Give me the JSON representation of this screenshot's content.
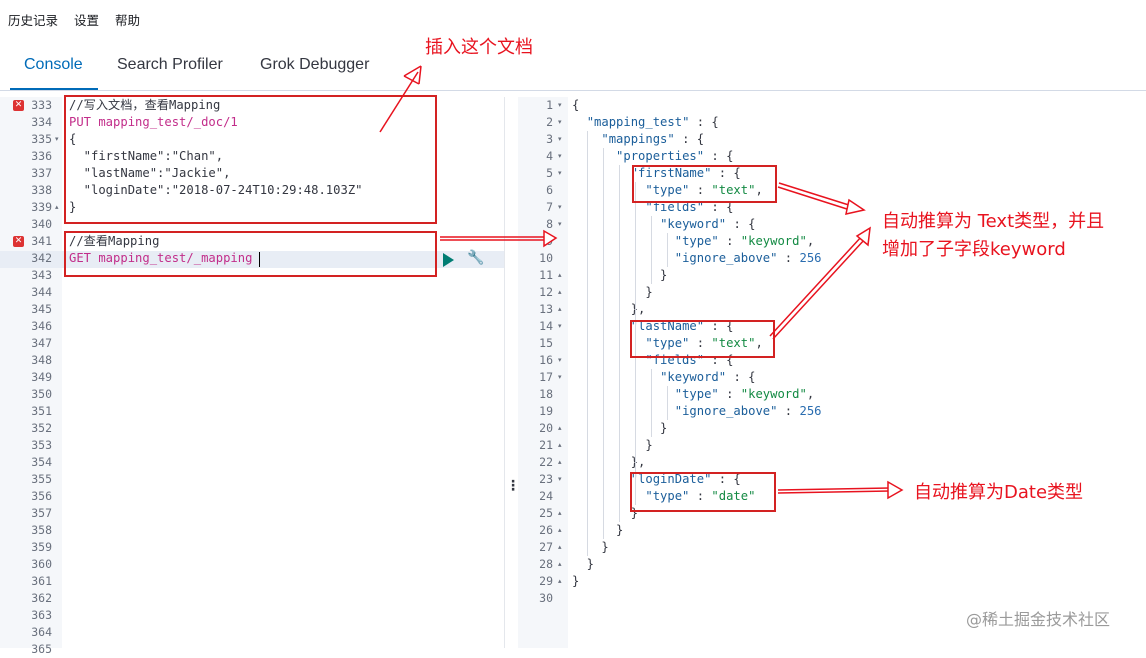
{
  "top_menu": [
    "历史记录",
    "设置",
    "帮助"
  ],
  "tabs": [
    "Console",
    "Search Profiler",
    "Grok Debugger"
  ],
  "active_tab": "Console",
  "request_editor": {
    "line_start": 333,
    "line_end": 365,
    "lines": [
      "//写入文档，查看Mapping",
      "PUT mapping_test/_doc/1",
      "{",
      "  \"firstName\":\"Chan\",",
      "  \"lastName\":\"Jackie\",",
      "  \"loginDate\":\"2018-07-24T10:29:48.103Z\"",
      "}",
      "",
      "//查看Mapping",
      "GET mapping_test/_mapping"
    ]
  },
  "response_editor": {
    "line_start": 1,
    "line_end": 30,
    "lines": [
      "{",
      "  \"mapping_test\" : {",
      "    \"mappings\" : {",
      "      \"properties\" : {",
      "        \"firstName\" : {",
      "          \"type\" : \"text\",",
      "          \"fields\" : {",
      "            \"keyword\" : {",
      "              \"type\" : \"keyword\",",
      "              \"ignore_above\" : 256",
      "            }",
      "          }",
      "        },",
      "        \"lastName\" : {",
      "          \"type\" : \"text\",",
      "          \"fields\" : {",
      "            \"keyword\" : {",
      "              \"type\" : \"keyword\",",
      "              \"ignore_above\" : 256",
      "            }",
      "          }",
      "        },",
      "        \"loginDate\" : {",
      "          \"type\" : \"date\"",
      "        }",
      "      }",
      "    }",
      "  }",
      "}",
      ""
    ]
  },
  "annotations": {
    "insert_doc": "插入这个文档",
    "text_inferred_line1": "自动推算为 Text类型，并且",
    "text_inferred_line2": "增加了子字段keyword",
    "date_inferred": "自动推算为Date类型"
  },
  "watermark": "@稀土掘金技术社区",
  "colors": {
    "accent": "#006bb8",
    "annotation": "#e8131f",
    "run_button": "#017d73"
  },
  "icons": {
    "run": "play-icon",
    "settings": "wrench-icon",
    "error": "error-icon"
  }
}
